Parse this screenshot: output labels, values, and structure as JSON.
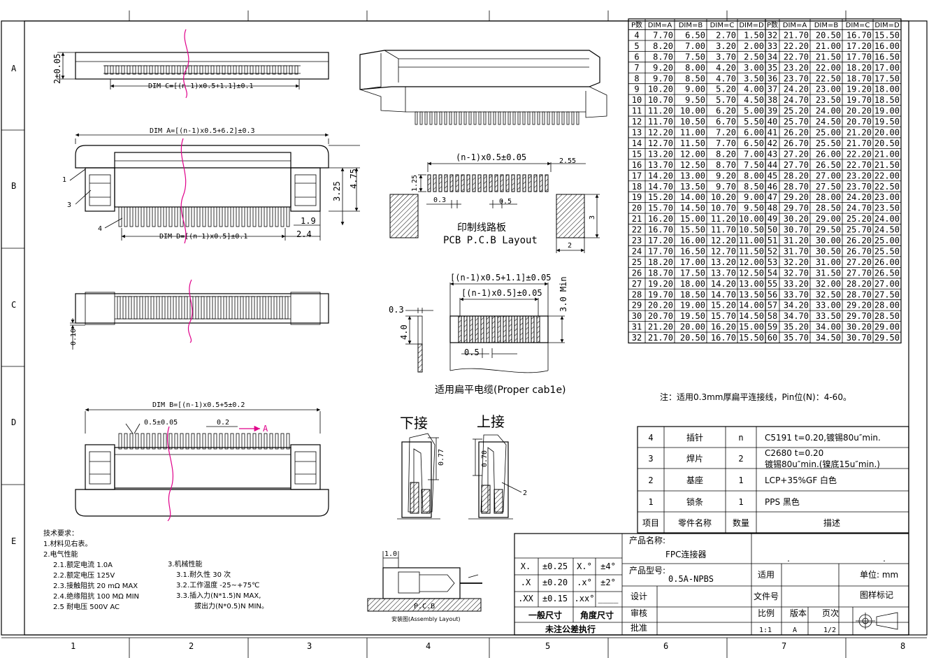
{
  "frame": {
    "col_labels": [
      "1",
      "2",
      "3",
      "4",
      "5",
      "6",
      "7",
      "8"
    ],
    "row_labels": [
      "A",
      "B",
      "C",
      "D",
      "E"
    ]
  },
  "views": {
    "dim_c": "DIM C=[(n-1)x0.5+1.1]±0.1",
    "height_2": "2±0.05",
    "dim_a": "DIM A=[(n-1)x0.5+6.2]±0.3",
    "dim_d": "DIM D=[(n-1)x0.5]±0.1",
    "dim_b": "DIM B=[(n-1)x0.5+5±0.2",
    "d_4_75": "4.75",
    "d_3_25": "3.25",
    "d_1_9": "1.9",
    "d_2_4": "2.4",
    "d_0_10": "0.10",
    "pitch_0_5": "0.5±0.05",
    "d_0_2": "0.2",
    "arrow_a": "A",
    "callouts": [
      "1",
      "3",
      "4"
    ]
  },
  "pcb": {
    "pitch": "(n-1)x0.5±0.05",
    "d_2_55": "2.55",
    "d_1_25": "1.25",
    "d_0_3": "0.3",
    "d_0_5": "0.5",
    "d_3": "3",
    "d_2": "2",
    "title_cn": "印制线路板",
    "title_en": "PCB P.C.B Layout"
  },
  "cable": {
    "outer": "[(n-1)x0.5+1.1]±0.05",
    "inner": "[(n-1)x0.5]±0.05",
    "d_3_min": "3.0 Min",
    "d_0_3": "0.3",
    "d_4_0": "4.0",
    "d_0_5": "0.5",
    "caption": "适用扁平电缆(Proper cab1e)"
  },
  "contact": {
    "bottom_label": "下接",
    "top_label": "上接",
    "bottom_dim": "0.77",
    "top_dim": "0.70",
    "callout": "2"
  },
  "assembly": {
    "dim": "1.0",
    "pcb_label": "P.C.B",
    "caption": "安装图(Assembly Layout)"
  },
  "note": "注：适用0.3mm厚扁平连接线，Pin位(N)：4-60。",
  "dim_table": {
    "headers": [
      "P数",
      "DIM=A",
      "DIM=B",
      "DIM=C",
      "DIM=D",
      "P数",
      "DIM=A",
      "DIM=B",
      "DIM=C",
      "DIM=D"
    ],
    "rows": [
      [
        "4",
        "7.70",
        "6.50",
        "2.70",
        "1.50",
        "32",
        "21.70",
        "20.50",
        "16.70",
        "15.50"
      ],
      [
        "5",
        "8.20",
        "7.00",
        "3.20",
        "2.00",
        "33",
        "22.20",
        "21.00",
        "17.20",
        "16.00"
      ],
      [
        "6",
        "8.70",
        "7.50",
        "3.70",
        "2.50",
        "34",
        "22.70",
        "21.50",
        "17.70",
        "16.50"
      ],
      [
        "7",
        "9.20",
        "8.00",
        "4.20",
        "3.00",
        "35",
        "23.20",
        "22.00",
        "18.20",
        "17.00"
      ],
      [
        "8",
        "9.70",
        "8.50",
        "4.70",
        "3.50",
        "36",
        "23.70",
        "22.50",
        "18.70",
        "17.50"
      ],
      [
        "9",
        "10.20",
        "9.00",
        "5.20",
        "4.00",
        "37",
        "24.20",
        "23.00",
        "19.20",
        "18.00"
      ],
      [
        "10",
        "10.70",
        "9.50",
        "5.70",
        "4.50",
        "38",
        "24.70",
        "23.50",
        "19.70",
        "18.50"
      ],
      [
        "11",
        "11.20",
        "10.00",
        "6.20",
        "5.00",
        "39",
        "25.20",
        "24.00",
        "20.20",
        "19.00"
      ],
      [
        "12",
        "11.70",
        "10.50",
        "6.70",
        "5.50",
        "40",
        "25.70",
        "24.50",
        "20.70",
        "19.50"
      ],
      [
        "13",
        "12.20",
        "11.00",
        "7.20",
        "6.00",
        "41",
        "26.20",
        "25.00",
        "21.20",
        "20.00"
      ],
      [
        "14",
        "12.70",
        "11.50",
        "7.70",
        "6.50",
        "42",
        "26.70",
        "25.50",
        "21.70",
        "20.50"
      ],
      [
        "15",
        "13.20",
        "12.00",
        "8.20",
        "7.00",
        "43",
        "27.20",
        "26.00",
        "22.20",
        "21.00"
      ],
      [
        "16",
        "13.70",
        "12.50",
        "8.70",
        "7.50",
        "44",
        "27.70",
        "26.50",
        "22.70",
        "21.50"
      ],
      [
        "17",
        "14.20",
        "13.00",
        "9.20",
        "8.00",
        "45",
        "28.20",
        "27.00",
        "23.20",
        "22.00"
      ],
      [
        "18",
        "14.70",
        "13.50",
        "9.70",
        "8.50",
        "46",
        "28.70",
        "27.50",
        "23.70",
        "22.50"
      ],
      [
        "19",
        "15.20",
        "14.00",
        "10.20",
        "9.00",
        "47",
        "29.20",
        "28.00",
        "24.20",
        "23.00"
      ],
      [
        "20",
        "15.70",
        "14.50",
        "10.70",
        "9.50",
        "48",
        "29.70",
        "28.50",
        "24.70",
        "23.50"
      ],
      [
        "21",
        "16.20",
        "15.00",
        "11.20",
        "10.00",
        "49",
        "30.20",
        "29.00",
        "25.20",
        "24.00"
      ],
      [
        "22",
        "16.70",
        "15.50",
        "11.70",
        "10.50",
        "50",
        "30.70",
        "29.50",
        "25.70",
        "24.50"
      ],
      [
        "23",
        "17.20",
        "16.00",
        "12.20",
        "11.00",
        "51",
        "31.20",
        "30.00",
        "26.20",
        "25.00"
      ],
      [
        "24",
        "17.70",
        "16.50",
        "12.70",
        "11.50",
        "52",
        "31.70",
        "30.50",
        "26.70",
        "25.50"
      ],
      [
        "25",
        "18.20",
        "17.00",
        "13.20",
        "12.00",
        "53",
        "32.20",
        "31.00",
        "27.20",
        "26.00"
      ],
      [
        "26",
        "18.70",
        "17.50",
        "13.70",
        "12.50",
        "54",
        "32.70",
        "31.50",
        "27.70",
        "26.50"
      ],
      [
        "27",
        "19.20",
        "18.00",
        "14.20",
        "13.00",
        "55",
        "33.20",
        "32.00",
        "28.20",
        "27.00"
      ],
      [
        "28",
        "19.70",
        "18.50",
        "14.70",
        "13.50",
        "56",
        "33.70",
        "32.50",
        "28.70",
        "27.50"
      ],
      [
        "29",
        "20.20",
        "19.00",
        "15.20",
        "14.00",
        "57",
        "34.20",
        "33.00",
        "29.20",
        "28.00"
      ],
      [
        "30",
        "20.70",
        "19.50",
        "15.70",
        "14.50",
        "58",
        "34.70",
        "33.50",
        "29.70",
        "28.50"
      ],
      [
        "31",
        "21.20",
        "20.00",
        "16.20",
        "15.00",
        "59",
        "35.20",
        "34.00",
        "30.20",
        "29.00"
      ],
      [
        "32",
        "21.70",
        "20.50",
        "16.70",
        "15.50",
        "60",
        "35.70",
        "34.50",
        "30.70",
        "29.50"
      ]
    ]
  },
  "bom": {
    "rows": [
      [
        "4",
        "插针",
        "n",
        "C5191 t=0.20,镀锡80u″min.",
        ""
      ],
      [
        "3",
        "焊片",
        "2",
        "C2680 t=0.20",
        "镀锡80u″min.(镍底15u″min.)"
      ],
      [
        "2",
        "基座",
        "1",
        "LCP+35%GF  白色",
        ""
      ],
      [
        "1",
        "锁条",
        "1",
        "PPS         黑色",
        ""
      ]
    ],
    "header": [
      "项目",
      "零件名称",
      "数量",
      "描述"
    ]
  },
  "tech": {
    "lines_left": [
      "技术要求：",
      "1.材料见右表。",
      "2.电气性能",
      "  2.1.额定电流 1.0A",
      "  2.2.额定电压 125V",
      "  2.3.接触阻抗 20 mΩ MAX",
      "  2.4.绝缘阻抗 100 MΩ MIN",
      "  2.5 耐电压  500V AC"
    ],
    "lines_right": [
      "3.机械性能",
      " 3.1.耐久性 30 次",
      " 3.2.工作温度 -25~+75℃",
      " 3.3.插入力(N*1.5)N MAX,",
      "     拔出力(N*0.5)N MIN。"
    ]
  },
  "title_block": {
    "tol": [
      [
        "X.",
        "±0.25",
        "X.°",
        "±4°"
      ],
      [
        ".X",
        "±0.20",
        ".x°",
        "±2°"
      ],
      [
        ".XX",
        "±0.15",
        ".xx°",
        "____"
      ]
    ],
    "general": "一般尺寸",
    "angle": "角度尺寸",
    "unnoted": "未注公差执行",
    "product_name_label": "产品名称:",
    "product_name": "FPC连接器",
    "product_model_label": "产品型号:",
    "product_model": "0.5A-NPBS",
    "apply": "适用",
    "unit": "单位: mm",
    "design": "设计",
    "file_no": "文件号",
    "sample_mark": "图样标记",
    "review": "审核",
    "ratio": "比例",
    "version": "版本",
    "page": "页次",
    "approve": "批准",
    "ratio_val": "1:1",
    "version_val": "A",
    "page_val": "1/2",
    "dot1": ".",
    "dot2": "."
  }
}
